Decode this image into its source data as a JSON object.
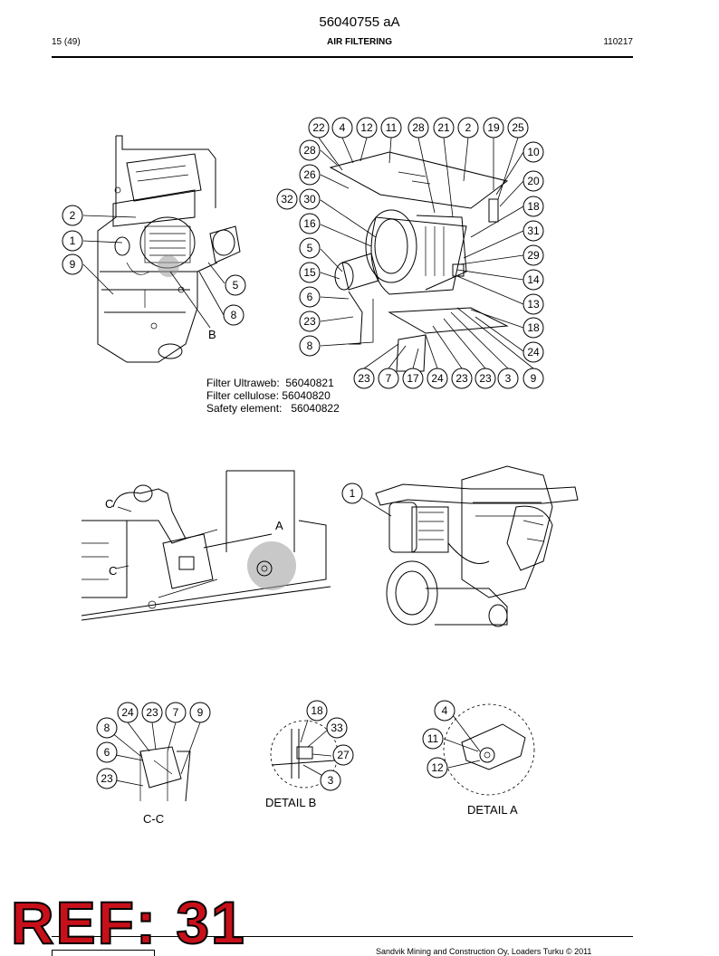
{
  "header": {
    "doc_number": "56040755 aA",
    "page": "15 (49)",
    "section": "AIR FILTERING",
    "date_code": "110217"
  },
  "parts_text": {
    "line1": "Filter Ultraweb:  56040821",
    "line2": "Filter cellulose: 56040820",
    "line3": "Safety element:   56040822"
  },
  "fig1_callouts": [
    "2",
    "1",
    "9",
    "5",
    "8"
  ],
  "fig1_letter": "B",
  "fig2_callouts_top": [
    "22",
    "4",
    "12",
    "11",
    "28",
    "21",
    "2",
    "19",
    "25"
  ],
  "fig2_callouts_left": [
    "28",
    "26",
    "32",
    "30",
    "16",
    "5",
    "15",
    "6",
    "23",
    "8"
  ],
  "fig2_callouts_right": [
    "10",
    "20",
    "18",
    "31",
    "29",
    "14",
    "13",
    "18",
    "24"
  ],
  "fig2_callouts_bottom": [
    "23",
    "7",
    "17",
    "24",
    "23",
    "23",
    "3",
    "9"
  ],
  "fig3_letters": {
    "c_top": "C",
    "c_bottom": "C",
    "a": "A"
  },
  "fig4_callouts": [
    "1"
  ],
  "cc_callouts": [
    "24",
    "23",
    "7",
    "9",
    "8",
    "6",
    "23"
  ],
  "cc_label": "C-C",
  "detail_b_callouts": [
    "18",
    "33",
    "27",
    "3"
  ],
  "detail_b_label": "DETAIL B",
  "detail_a_callouts": [
    "4",
    "11",
    "12"
  ],
  "detail_a_label": "DETAIL A",
  "ref_stamp": "REF: 31",
  "footer_text": "Sandvik Mining and Construction Oy, Loaders Turku © 2011"
}
